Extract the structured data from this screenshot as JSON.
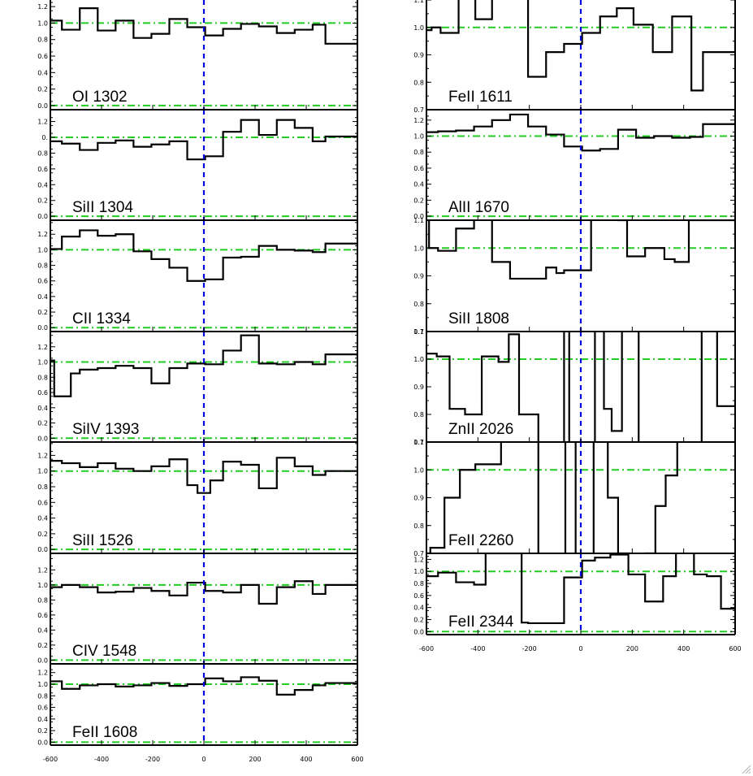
{
  "colors": {
    "spectrum": "#000000",
    "zero_velocity_line": "#0000e0",
    "reference_lines": "#22cc22",
    "frame": "#000000"
  },
  "chart_data": [
    {
      "type": "line",
      "column": "left",
      "ion": "OI 1302",
      "xlim": [
        -600,
        600
      ],
      "ylim": [
        -0.05,
        1.28
      ],
      "yticks": [
        0.0,
        0.2,
        0.4,
        0.6,
        0.8,
        1.0,
        1.2
      ],
      "ytick_labels": [
        "0.0",
        "0.2",
        "0.4",
        "0.6",
        "0.8",
        "1.0",
        "1.2"
      ],
      "reference_lines": [
        1.0,
        0.0
      ],
      "x": [
        -600,
        -555,
        -485,
        -415,
        -345,
        -275,
        -205,
        -135,
        -65,
        5,
        75,
        145,
        215,
        285,
        355,
        425,
        475,
        600
      ],
      "y": [
        1.03,
        0.92,
        1.18,
        0.91,
        1.03,
        0.82,
        0.87,
        1.05,
        0.95,
        0.85,
        0.93,
        0.99,
        0.96,
        0.88,
        0.92,
        0.98,
        0.75,
        0.78
      ]
    },
    {
      "type": "line",
      "column": "left",
      "ion": "SiII 1304",
      "xlim": [
        -600,
        600
      ],
      "ylim": [
        -0.05,
        1.35
      ],
      "yticks": [
        0.0,
        0.2,
        0.4,
        0.6,
        0.8,
        1.0,
        1.2
      ],
      "ytick_labels": [
        "0.0",
        "0.2",
        "0.4",
        "0.6",
        "0.8",
        "0.",
        "1.2"
      ],
      "reference_lines": [
        1.0,
        0.0
      ],
      "x": [
        -600,
        -555,
        -485,
        -415,
        -345,
        -275,
        -205,
        -135,
        -65,
        5,
        75,
        145,
        215,
        285,
        355,
        425,
        475,
        600
      ],
      "y": [
        0.95,
        0.92,
        0.84,
        0.93,
        0.96,
        0.88,
        0.91,
        0.95,
        0.72,
        0.76,
        1.07,
        1.22,
        1.03,
        1.22,
        1.12,
        0.95,
        1.01,
        1.01
      ]
    },
    {
      "type": "line",
      "column": "left",
      "ion": "CII 1334",
      "xlim": [
        -600,
        600
      ],
      "ylim": [
        -0.05,
        1.38
      ],
      "yticks": [
        0.0,
        0.2,
        0.4,
        0.6,
        0.8,
        1.0,
        1.2
      ],
      "ytick_labels": [
        "0.0",
        "0.2",
        "0.4",
        "0.6",
        "0.8",
        "1.0",
        "1.2"
      ],
      "reference_lines": [
        1.0,
        0.0
      ],
      "x": [
        -600,
        -555,
        -485,
        -415,
        -345,
        -275,
        -205,
        -135,
        -65,
        5,
        75,
        145,
        215,
        285,
        355,
        425,
        475,
        600
      ],
      "y": [
        1.01,
        1.17,
        1.25,
        1.18,
        1.2,
        0.98,
        0.88,
        0.77,
        0.6,
        0.62,
        0.9,
        0.91,
        1.05,
        1.0,
        0.99,
        0.97,
        1.08,
        1.05
      ]
    },
    {
      "type": "line",
      "column": "left",
      "ion": "SiIV 1393",
      "xlim": [
        -600,
        600
      ],
      "ylim": [
        -0.05,
        1.4
      ],
      "yticks": [
        0.0,
        0.2,
        0.4,
        0.6,
        0.8,
        1.0,
        1.2
      ],
      "ytick_labels": [
        "0.0",
        "0.2",
        "0.4",
        "0.6",
        "0.8",
        "1.0",
        "1.2"
      ],
      "reference_lines": [
        1.0,
        0.0
      ],
      "x": [
        -600,
        -585,
        -520,
        -485,
        -415,
        -345,
        -275,
        -205,
        -135,
        -65,
        5,
        75,
        145,
        215,
        285,
        355,
        425,
        475,
        600
      ],
      "y": [
        1.02,
        0.55,
        0.85,
        0.9,
        0.92,
        0.95,
        0.92,
        0.72,
        0.92,
        0.98,
        0.97,
        1.15,
        1.35,
        0.98,
        0.97,
        1.0,
        0.97,
        1.1,
        1.06
      ]
    },
    {
      "type": "line",
      "column": "left",
      "ion": "SiII 1526",
      "xlim": [
        -600,
        600
      ],
      "ylim": [
        -0.05,
        1.37
      ],
      "yticks": [
        0.0,
        0.2,
        0.4,
        0.6,
        0.8,
        1.0,
        1.2
      ],
      "ytick_labels": [
        "0.0",
        "0.2",
        "0.4",
        "0.6",
        "0.8",
        "1.0",
        "1.2"
      ],
      "reference_lines": [
        1.0,
        0.0
      ],
      "x": [
        -600,
        -555,
        -485,
        -415,
        -345,
        -275,
        -205,
        -135,
        -65,
        -25,
        25,
        75,
        145,
        215,
        285,
        355,
        425,
        475,
        600
      ],
      "y": [
        1.13,
        1.1,
        1.05,
        1.1,
        1.03,
        1.0,
        1.06,
        1.15,
        0.82,
        0.72,
        0.88,
        1.12,
        1.08,
        0.78,
        1.17,
        1.06,
        0.95,
        1.0,
        1.0
      ]
    },
    {
      "type": "line",
      "column": "left",
      "ion": "CIV 1548",
      "xlim": [
        -600,
        600
      ],
      "ylim": [
        -0.05,
        1.42
      ],
      "yticks": [
        0.0,
        0.2,
        0.4,
        0.6,
        0.8,
        1.0,
        1.2
      ],
      "ytick_labels": [
        "0.0",
        "0.2",
        "0.4",
        "0.6",
        "0.8",
        "1.0",
        "1.2"
      ],
      "reference_lines": [
        1.0,
        0.0
      ],
      "x": [
        -600,
        -555,
        -485,
        -415,
        -345,
        -275,
        -205,
        -135,
        -65,
        5,
        75,
        145,
        215,
        285,
        355,
        425,
        475,
        600
      ],
      "y": [
        0.97,
        1.0,
        0.97,
        0.9,
        0.91,
        0.96,
        0.92,
        0.86,
        1.03,
        0.92,
        0.9,
        1.0,
        0.75,
        0.97,
        1.05,
        0.88,
        1.0,
        1.3
      ]
    },
    {
      "type": "line",
      "column": "left",
      "ion": "FeII 1608",
      "xlim": [
        -600,
        600
      ],
      "ylim": [
        -0.05,
        1.35
      ],
      "yticks": [
        0.0,
        0.2,
        0.4,
        0.6,
        0.8,
        1.0,
        1.2
      ],
      "ytick_labels": [
        "0.0",
        "0.2",
        "0.4",
        "0.6",
        "0.8",
        "1.0",
        "1.2"
      ],
      "reference_lines": [
        1.0,
        0.0
      ],
      "x": [
        -600,
        -555,
        -485,
        -415,
        -345,
        -275,
        -205,
        -135,
        -65,
        5,
        75,
        145,
        215,
        285,
        355,
        425,
        475,
        600
      ],
      "y": [
        1.05,
        0.92,
        0.98,
        1.0,
        0.96,
        0.98,
        1.02,
        0.97,
        1.0,
        1.1,
        1.05,
        1.12,
        1.06,
        0.82,
        0.9,
        0.98,
        1.02,
        1.0
      ],
      "xticks": [
        -600,
        -400,
        -200,
        0,
        200,
        400,
        600
      ],
      "xtick_labels": [
        "-600",
        "-400",
        "-200",
        "0",
        "200",
        "400",
        "600"
      ]
    },
    {
      "type": "line",
      "column": "right",
      "ion": "FeII 1611",
      "xlim": [
        -600,
        600
      ],
      "ylim": [
        0.7,
        1.1
      ],
      "yticks": [
        0.7,
        0.8,
        0.9,
        1.0,
        1.1
      ],
      "ytick_labels": [
        "0.7",
        "0.8",
        "0.9",
        "1.0",
        "1.1"
      ],
      "reference_lines": [
        1.0
      ],
      "x": [
        -600,
        -580,
        -545,
        -475,
        -410,
        -345,
        -275,
        -205,
        -135,
        -65,
        5,
        75,
        140,
        205,
        280,
        355,
        430,
        475,
        600
      ],
      "y": [
        0.99,
        1.0,
        0.98,
        1.15,
        1.03,
        1.15,
        1.18,
        0.82,
        0.91,
        0.94,
        0.98,
        1.04,
        1.07,
        1.01,
        0.91,
        1.04,
        0.77,
        0.91,
        1.01
      ]
    },
    {
      "type": "line",
      "column": "right",
      "ion": "AlII 1670",
      "xlim": [
        -600,
        600
      ],
      "ylim": [
        -0.05,
        1.33
      ],
      "yticks": [
        0.0,
        0.2,
        0.4,
        0.6,
        0.8,
        1.0,
        1.2
      ],
      "ytick_labels": [
        "0.0",
        "0.2",
        "0.4",
        "0.6",
        "0.8",
        "1.0",
        "1.2"
      ],
      "reference_lines": [
        1.0,
        0.0
      ],
      "x": [
        -600,
        -555,
        -485,
        -415,
        -345,
        -275,
        -205,
        -135,
        -65,
        5,
        75,
        145,
        215,
        285,
        355,
        425,
        475,
        600
      ],
      "y": [
        1.05,
        1.06,
        1.07,
        1.12,
        1.2,
        1.27,
        1.12,
        1.02,
        0.87,
        0.82,
        0.84,
        1.08,
        0.98,
        1.0,
        0.98,
        0.99,
        1.15,
        1.17
      ]
    },
    {
      "type": "line",
      "column": "right",
      "ion": "SiII 1808",
      "xlim": [
        -600,
        600
      ],
      "ylim": [
        0.7,
        1.1
      ],
      "yticks": [
        0.7,
        0.8,
        0.9,
        1.0,
        1.1
      ],
      "ytick_labels": [
        "0.7",
        "0.8",
        "0.9",
        "1.0",
        "1.1"
      ],
      "reference_lines": [
        1.0
      ],
      "x": [
        -600,
        -590,
        -555,
        -485,
        -415,
        -375,
        -345,
        -275,
        -205,
        -135,
        -95,
        -65,
        5,
        40,
        75,
        145,
        180,
        250,
        325,
        365,
        420,
        475,
        600
      ],
      "y": [
        1.1,
        1.0,
        0.99,
        1.07,
        1.15,
        1.2,
        0.95,
        0.89,
        0.89,
        0.93,
        0.91,
        0.92,
        0.92,
        1.15,
        1.15,
        1.1,
        0.97,
        1.0,
        0.96,
        0.95,
        1.1,
        1.1,
        1.02
      ]
    },
    {
      "type": "line",
      "column": "right",
      "ion": "ZnII 2026",
      "xlim": [
        -600,
        600
      ],
      "ylim": [
        0.7,
        1.1
      ],
      "yticks": [
        0.7,
        0.8,
        0.9,
        1.0,
        1.1
      ],
      "ytick_labels": [
        "0.7",
        "0.8",
        "0.9",
        "1.0",
        "1.1"
      ],
      "reference_lines": [
        1.0
      ],
      "x": [
        -600,
        -560,
        -510,
        -450,
        -385,
        -320,
        -280,
        -240,
        -165,
        -125,
        -100,
        -65,
        -45,
        5,
        55,
        90,
        120,
        150,
        160,
        225,
        280,
        345,
        380,
        470,
        530,
        600
      ],
      "y": [
        1.02,
        1.01,
        0.82,
        0.8,
        1.01,
        0.99,
        1.09,
        0.8,
        0.5,
        0.3,
        0.2,
        1.2,
        0.1,
        0.2,
        1.2,
        0.82,
        0.74,
        0.74,
        1.2,
        0.5,
        0.3,
        0.2,
        0.1,
        1.2,
        0.83,
        0.85
      ]
    },
    {
      "type": "line",
      "column": "right",
      "ion": "FeII 2260",
      "xlim": [
        -600,
        600
      ],
      "ylim": [
        0.7,
        1.1
      ],
      "yticks": [
        0.7,
        0.8,
        0.9,
        1.0,
        1.1
      ],
      "ytick_labels": [
        "0.7",
        "0.8",
        "0.9",
        "1.0",
        "1.1"
      ],
      "reference_lines": [
        1.0
      ],
      "x": [
        -600,
        -585,
        -530,
        -470,
        -410,
        -310,
        -215,
        -165,
        -110,
        -60,
        -20,
        10,
        50,
        105,
        145,
        190,
        250,
        290,
        330,
        375,
        420,
        475,
        600
      ],
      "y": [
        0.7,
        0.72,
        0.9,
        1.0,
        1.02,
        1.2,
        1.2,
        0.5,
        0.3,
        1.2,
        0.3,
        0.2,
        1.2,
        0.9,
        0.7,
        0.5,
        0.7,
        0.87,
        0.98,
        1.2,
        1.2,
        1.2,
        1.2
      ]
    },
    {
      "type": "line",
      "column": "right",
      "ion": "FeII 2344",
      "xlim": [
        -600,
        600
      ],
      "ylim": [
        -0.05,
        1.3
      ],
      "yticks": [
        0.0,
        0.2,
        0.4,
        0.6,
        0.8,
        1.0,
        1.2
      ],
      "ytick_labels": [
        "0.0",
        "0.2",
        "0.4",
        "0.6",
        "0.8",
        "1.0",
        "1.2"
      ],
      "reference_lines": [
        1.0,
        0.0
      ],
      "x": [
        -600,
        -555,
        -485,
        -415,
        -370,
        -345,
        -275,
        -230,
        -205,
        -95,
        -65,
        5,
        55,
        115,
        185,
        250,
        320,
        370,
        440,
        490,
        545,
        600
      ],
      "y": [
        0.92,
        0.98,
        0.82,
        0.78,
        1.3,
        1.3,
        1.3,
        0.15,
        0.14,
        0.14,
        0.9,
        1.18,
        1.23,
        1.28,
        0.95,
        0.5,
        0.92,
        1.32,
        0.95,
        0.92,
        0.38,
        1.0
      ],
      "xticks": [
        -600,
        -400,
        -200,
        0,
        200,
        400,
        600
      ],
      "xtick_labels": [
        "-600",
        "-400",
        "-200",
        "0",
        "200",
        "400",
        "600"
      ]
    }
  ]
}
